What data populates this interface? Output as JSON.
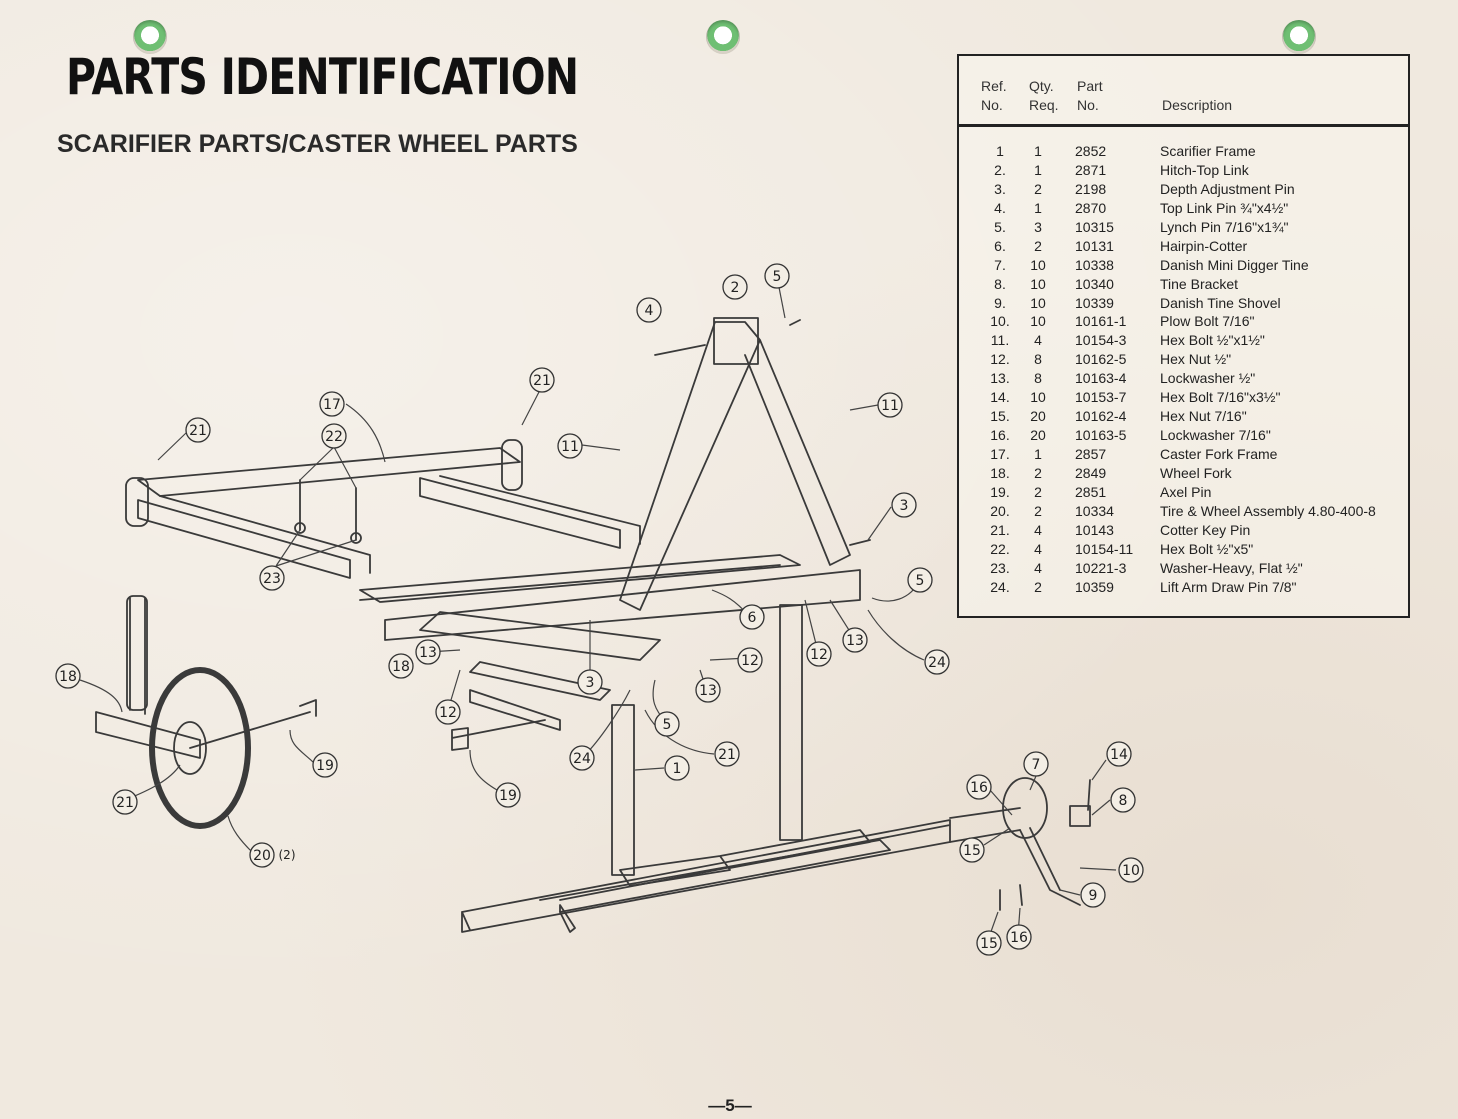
{
  "page": {
    "title": "PARTS IDENTIFICATION",
    "subtitle": "SCARIFIER PARTS/CASTER WHEEL PARTS",
    "page_number": "—5—"
  },
  "table": {
    "headers": {
      "ref_line1": "Ref.",
      "ref_line2": "No.",
      "qty_line1": "Qty.",
      "qty_line2": "Req.",
      "part_line1": "Part",
      "part_line2": "No.",
      "description": "Description"
    },
    "rows": [
      {
        "ref": "1",
        "qty": "1",
        "part": "2852",
        "desc": "Scarifier Frame"
      },
      {
        "ref": "2.",
        "qty": "1",
        "part": "2871",
        "desc": "Hitch-Top Link"
      },
      {
        "ref": "3.",
        "qty": "2",
        "part": "2198",
        "desc": "Depth Adjustment Pin"
      },
      {
        "ref": "4.",
        "qty": "1",
        "part": "2870",
        "desc": "Top Link Pin ¾\"x4½\""
      },
      {
        "ref": "5.",
        "qty": "3",
        "part": "10315",
        "desc": "Lynch Pin 7/16\"x1¾\""
      },
      {
        "ref": "6.",
        "qty": "2",
        "part": "10131",
        "desc": "Hairpin-Cotter"
      },
      {
        "ref": "7.",
        "qty": "10",
        "part": "10338",
        "desc": "Danish Mini Digger Tine"
      },
      {
        "ref": "8.",
        "qty": "10",
        "part": "10340",
        "desc": "Tine Bracket"
      },
      {
        "ref": "9.",
        "qty": "10",
        "part": "10339",
        "desc": "Danish Tine Shovel"
      },
      {
        "ref": "10.",
        "qty": "10",
        "part": "10161-1",
        "desc": "Plow Bolt 7/16\""
      },
      {
        "ref": "11.",
        "qty": "4",
        "part": "10154-3",
        "desc": "Hex Bolt ½\"x1½\""
      },
      {
        "ref": "12.",
        "qty": "8",
        "part": "10162-5",
        "desc": "Hex Nut ½\""
      },
      {
        "ref": "13.",
        "qty": "8",
        "part": "10163-4",
        "desc": "Lockwasher ½\""
      },
      {
        "ref": "14.",
        "qty": "10",
        "part": "10153-7",
        "desc": "Hex Bolt 7/16\"x3½\""
      },
      {
        "ref": "15.",
        "qty": "20",
        "part": "10162-4",
        "desc": "Hex Nut 7/16\""
      },
      {
        "ref": "16.",
        "qty": "20",
        "part": "10163-5",
        "desc": "Lockwasher 7/16\""
      },
      {
        "ref": "17.",
        "qty": "1",
        "part": "2857",
        "desc": "Caster Fork Frame"
      },
      {
        "ref": "18.",
        "qty": "2",
        "part": "2849",
        "desc": "Wheel Fork"
      },
      {
        "ref": "19.",
        "qty": "2",
        "part": "2851",
        "desc": "Axel Pin"
      },
      {
        "ref": "20.",
        "qty": "2",
        "part": "10334",
        "desc": "Tire & Wheel Assembly 4.80-400-8"
      },
      {
        "ref": "21.",
        "qty": "4",
        "part": "10143",
        "desc": "Cotter Key Pin"
      },
      {
        "ref": "22.",
        "qty": "4",
        "part": "10154-11",
        "desc": "Hex Bolt ½\"x5\""
      },
      {
        "ref": "23.",
        "qty": "4",
        "part": "10221-3",
        "desc": "Washer-Heavy, Flat ½\""
      },
      {
        "ref": "24.",
        "qty": "2",
        "part": "10359",
        "desc": "Lift Arm Draw Pin 7/8\""
      }
    ]
  },
  "callouts": {
    "c1": "1",
    "c2": "2",
    "c3": "3",
    "c4": "4",
    "c5": "5",
    "c6": "6",
    "c7": "7",
    "c8": "8",
    "c9": "9",
    "c10": "10",
    "c11": "11",
    "c12": "12",
    "c13": "13",
    "c14": "14",
    "c15": "15",
    "c16": "16",
    "c17": "17",
    "c18": "18",
    "c19": "19",
    "c20": "20",
    "c20_qty": "(2)",
    "c21": "21",
    "c22": "22",
    "c23": "23",
    "c24": "24"
  }
}
